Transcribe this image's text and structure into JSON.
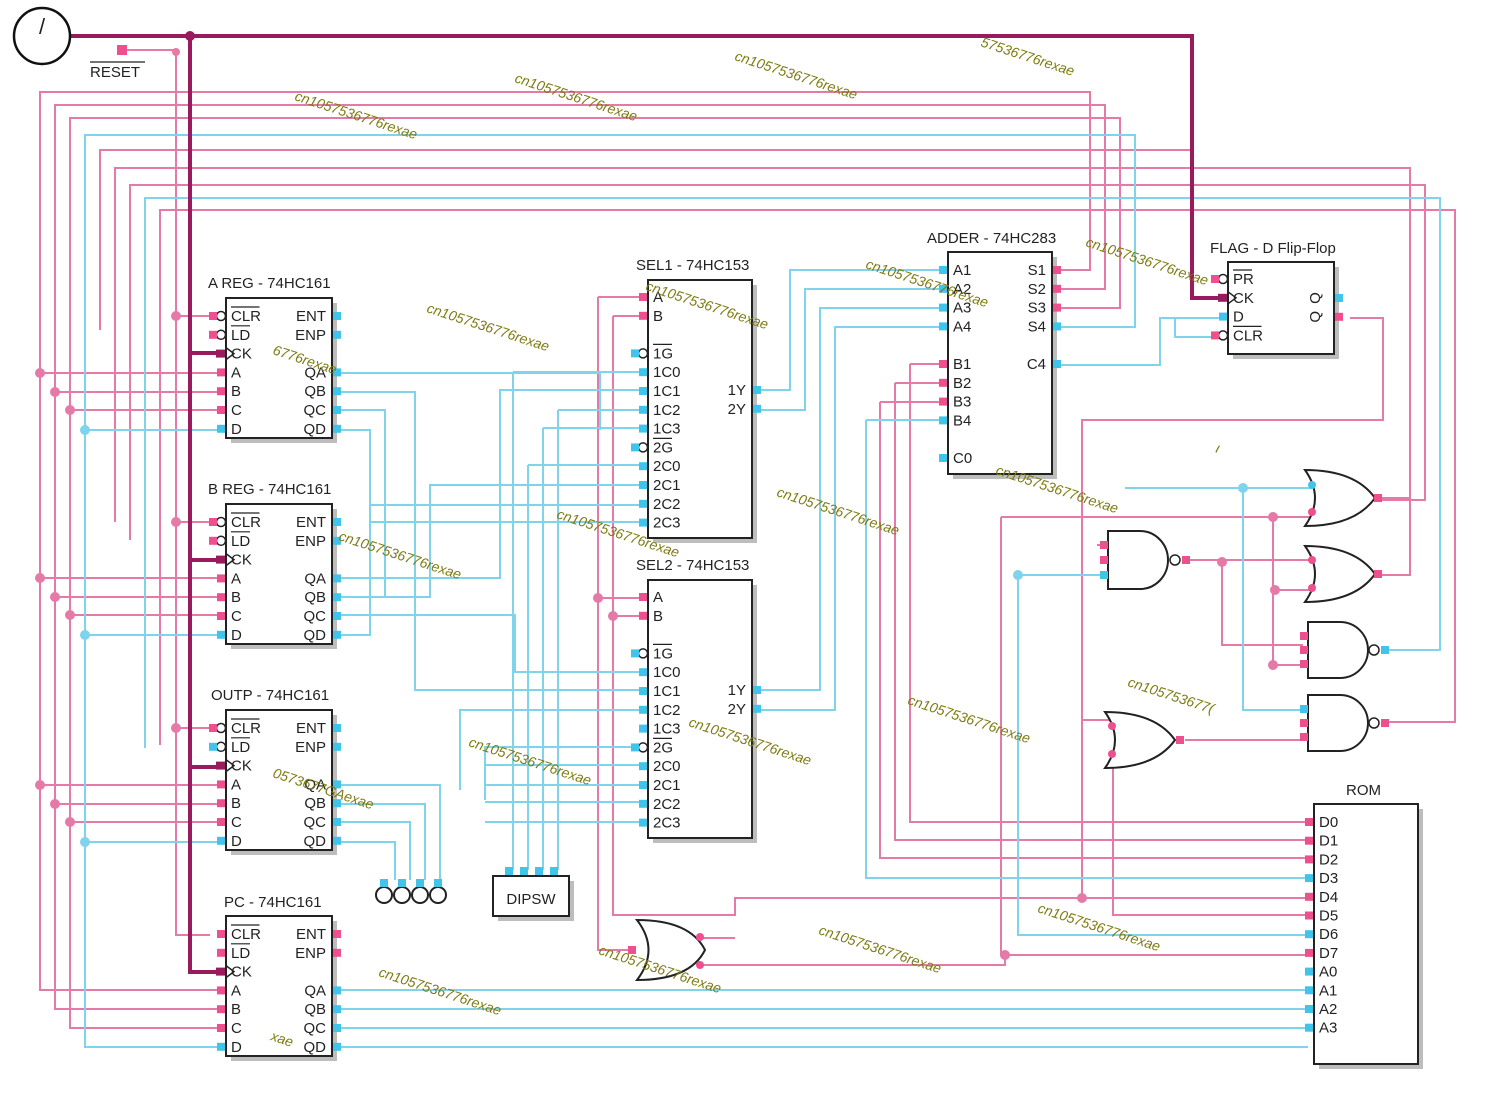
{
  "colors": {
    "wire_pink": "#e57aa8",
    "wire_blue": "#7fd3ea",
    "clock_bus": "#9a1a5e",
    "pin_pink": "#ee4f8f",
    "pin_blue": "#40c4ea",
    "watermark": "#7d7a10"
  },
  "clock": {
    "icon": "clock-source-icon",
    "glyph": "/"
  },
  "reset": {
    "label": "RESET"
  },
  "chips": {
    "areg": {
      "title": "A REG - 74HC161",
      "left": [
        "CLR",
        "LD",
        "CK",
        "A",
        "B",
        "C",
        "D"
      ],
      "right": [
        "ENT",
        "ENP",
        "",
        "QA",
        "QB",
        "QC",
        "QD"
      ]
    },
    "breg": {
      "title": "B REG - 74HC161",
      "left": [
        "CLR",
        "LD",
        "CK",
        "A",
        "B",
        "C",
        "D"
      ],
      "right": [
        "ENT",
        "ENP",
        "",
        "QA",
        "QB",
        "QC",
        "QD"
      ]
    },
    "outp": {
      "title": "OUTP - 74HC161",
      "left": [
        "CLR",
        "LD",
        "CK",
        "A",
        "B",
        "C",
        "D"
      ],
      "right": [
        "ENT",
        "ENP",
        "",
        "QA",
        "QB",
        "QC",
        "QD"
      ]
    },
    "pc": {
      "title": "PC - 74HC161",
      "left": [
        "CLR",
        "LD",
        "CK",
        "A",
        "B",
        "C",
        "D"
      ],
      "right": [
        "ENT",
        "ENP",
        "",
        "QA",
        "QB",
        "QC",
        "QD"
      ]
    },
    "sel1": {
      "title": "SEL1 - 74HC153",
      "left": [
        "A",
        "B",
        "",
        "1G",
        "1C0",
        "1C1",
        "1C2",
        "1C3",
        "2G",
        "2C0",
        "2C1",
        "2C2",
        "2C3"
      ],
      "right": [
        "1Y",
        "2Y"
      ]
    },
    "sel2": {
      "title": "SEL2 - 74HC153",
      "left": [
        "A",
        "B",
        "",
        "1G",
        "1C0",
        "1C1",
        "1C2",
        "1C3",
        "2G",
        "2C0",
        "2C1",
        "2C2",
        "2C3"
      ],
      "right": [
        "1Y",
        "2Y"
      ]
    },
    "adder": {
      "title": "ADDER - 74HC283",
      "left": [
        "A1",
        "A2",
        "A3",
        "A4",
        "",
        "B1",
        "B2",
        "B3",
        "B4",
        "",
        "C0"
      ],
      "right": [
        "S1",
        "S2",
        "S3",
        "S4",
        "",
        "C4"
      ]
    },
    "flag": {
      "title": "FLAG - D Flip-Flop",
      "left": [
        "PR",
        "CK",
        "D",
        "CLR"
      ],
      "right": [
        "Q",
        "Q"
      ]
    },
    "rom": {
      "title": "ROM",
      "left": [
        "D0",
        "D1",
        "D2",
        "D3",
        "D4",
        "D5",
        "D6",
        "D7",
        "A0",
        "A1",
        "A2",
        "A3"
      ]
    }
  },
  "dipsw": {
    "label": "DIPSW"
  },
  "watermarks": [
    "cn1057536776rexae",
    "cn1057536776rexae",
    "cn1057536776rexae",
    "cn1057536776rexae",
    "cn1057536776rexae",
    "cn1057536776rexae",
    "cn1057536776rexae",
    "cn1057536776rexae",
    "cn1057536776rexae",
    "cn1057536776rexae",
    "cn1057536776rexae",
    "cn1057536776rexae",
    "cn1057536776rexae",
    "cn1057536776rexae",
    "cn1057536776rexae",
    "cn1057536776rexae",
    "cn105753677(",
    "57536776rexae",
    "6776rexae",
    "0573677GAexae",
    "xae",
    "ι"
  ]
}
